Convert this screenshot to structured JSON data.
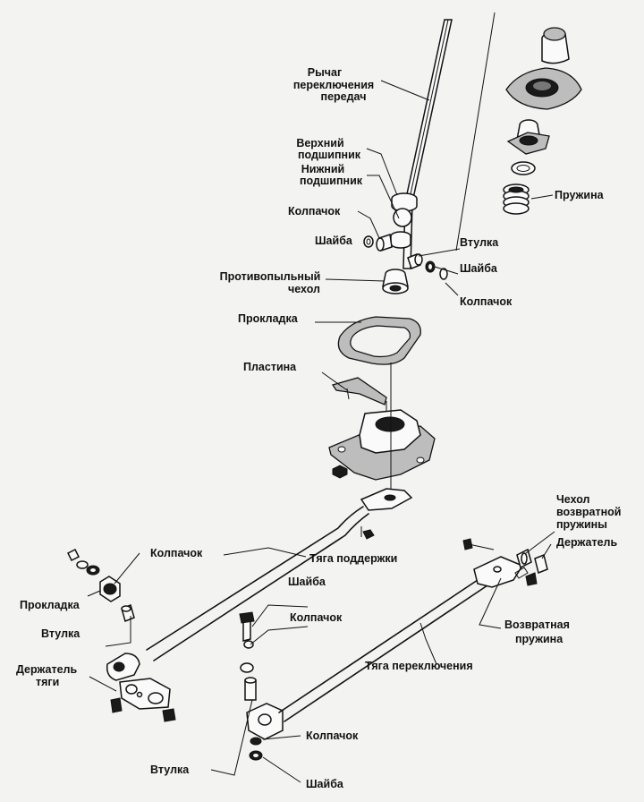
{
  "labels": {
    "lever": [
      "Рычаг",
      "переключения",
      "передач"
    ],
    "upper_bearing": [
      "Верхний",
      "подшипник"
    ],
    "lower_bearing": [
      "Нижний",
      "подшипник"
    ],
    "cap_top": "Колпачок",
    "washer_left": "Шайба",
    "bushing_right": "Втулка",
    "washer_right": "Шайба",
    "cap_right": "Колпачок",
    "spring": "Пружина",
    "dust_boot": [
      "Противопыльный",
      "чехол"
    ],
    "gasket_top": "Прокладка",
    "plate": "Пластина",
    "return_spring_cover": [
      "Чехол",
      "возвратной",
      "пружины"
    ],
    "holder_right": "Держатель",
    "support_rod": "Тяга поддержки",
    "cap_left": "Колпачок",
    "gasket_left": "Прокладка",
    "bushing_left": "Втулка",
    "washer_mid": "Шайба",
    "cap_mid": "Колпачок",
    "rod_holder": [
      "Держатель",
      "тяги"
    ],
    "return_spring": [
      "Возвратная",
      "пружина"
    ],
    "shift_rod": "Тяга переключения",
    "bushing_bottom": "Втулка",
    "cap_bottom": "Колпачок",
    "washer_bottom": "Шайба"
  }
}
